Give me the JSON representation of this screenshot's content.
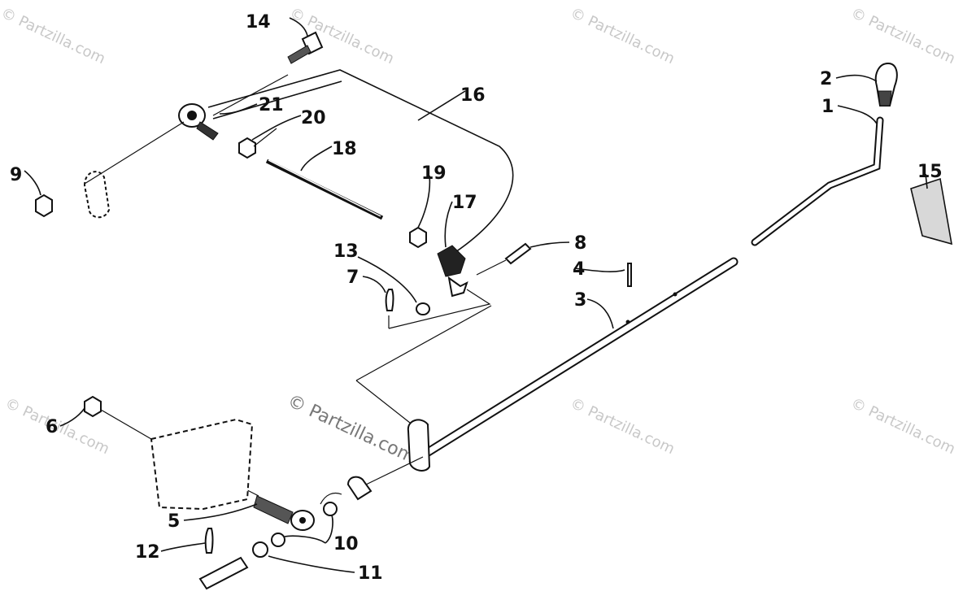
{
  "watermark": "© Partzilla.com",
  "center_watermark": "© Partzilla.com",
  "callouts": {
    "c1": "1",
    "c2": "2",
    "c3": "3",
    "c4": "4",
    "c5": "5",
    "c6": "6",
    "c7": "7",
    "c8": "8",
    "c9": "9",
    "c10": "10",
    "c11": "11",
    "c12": "12",
    "c13": "13",
    "c14": "14",
    "c15": "15",
    "c16": "16",
    "c17": "17",
    "c18": "18",
    "c19": "19",
    "c20": "20",
    "c21": "21"
  }
}
